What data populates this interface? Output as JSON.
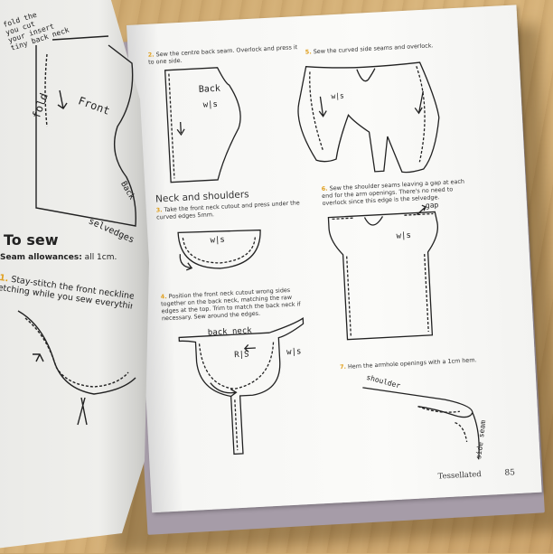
{
  "left_page": {
    "labels": {
      "fold": "fold",
      "front": "Front",
      "back": "Back",
      "selvedges": "selvedges"
    },
    "top_text": [
      "fold the",
      "you cut",
      "your insert",
      "tiny back neck"
    ],
    "heading": "To sew",
    "seam_allowances_label": "Seam allowances:",
    "seam_allowances_value": "all 1cm.",
    "step1_number": "1.",
    "step1_text_line1": "Stay-stitch the front neckline to",
    "step1_text_line2": "etching while you sew everything"
  },
  "right_page": {
    "step2": {
      "number": "2.",
      "line1": "Sew the centre back seam.  Overlock and press it",
      "line2": "to one side."
    },
    "diag2": {
      "back": "Back",
      "ws": "w|s"
    },
    "neck_heading": "Neck and shoulders",
    "step3": {
      "number": "3.",
      "line1": "Take the front neck cutout and press under the",
      "line2": "curved edges 5mm."
    },
    "diag3": {
      "ws": "w|s"
    },
    "step4": {
      "number": "4.",
      "line1": "Position the front neck cutout wrong sides",
      "line2": "together on the back neck, matching the raw",
      "line3": "edges at the top.  Trim to match the back neck if",
      "line4": "necessary.  Sew around the edges."
    },
    "diag4": {
      "back_neck": "back neck",
      "rs": "R|S",
      "ws": "w|s"
    },
    "step5": {
      "number": "5.",
      "text": "Sew the curved side seams and overlock."
    },
    "diag5": {
      "ws": "w|s"
    },
    "step6": {
      "number": "6.",
      "line1": "Sew the shoulder seams leaving a gap at each",
      "line2": "end for the arm openings.  There's no need to",
      "line3": "overlock since this edge is the selvedge."
    },
    "diag6": {
      "gap": "gap",
      "ws": "w|s"
    },
    "step7": {
      "number": "7.",
      "text": "Hem the armhole openings with a 1cm hem."
    },
    "diag7": {
      "shoulder": "shoulder",
      "side_seam": "side seam"
    },
    "footer_title": "Tessellated",
    "page_number": "85"
  },
  "colors": {
    "accent_number": "#e0a020",
    "ink": "#222222",
    "wood": "#c9a46b"
  }
}
